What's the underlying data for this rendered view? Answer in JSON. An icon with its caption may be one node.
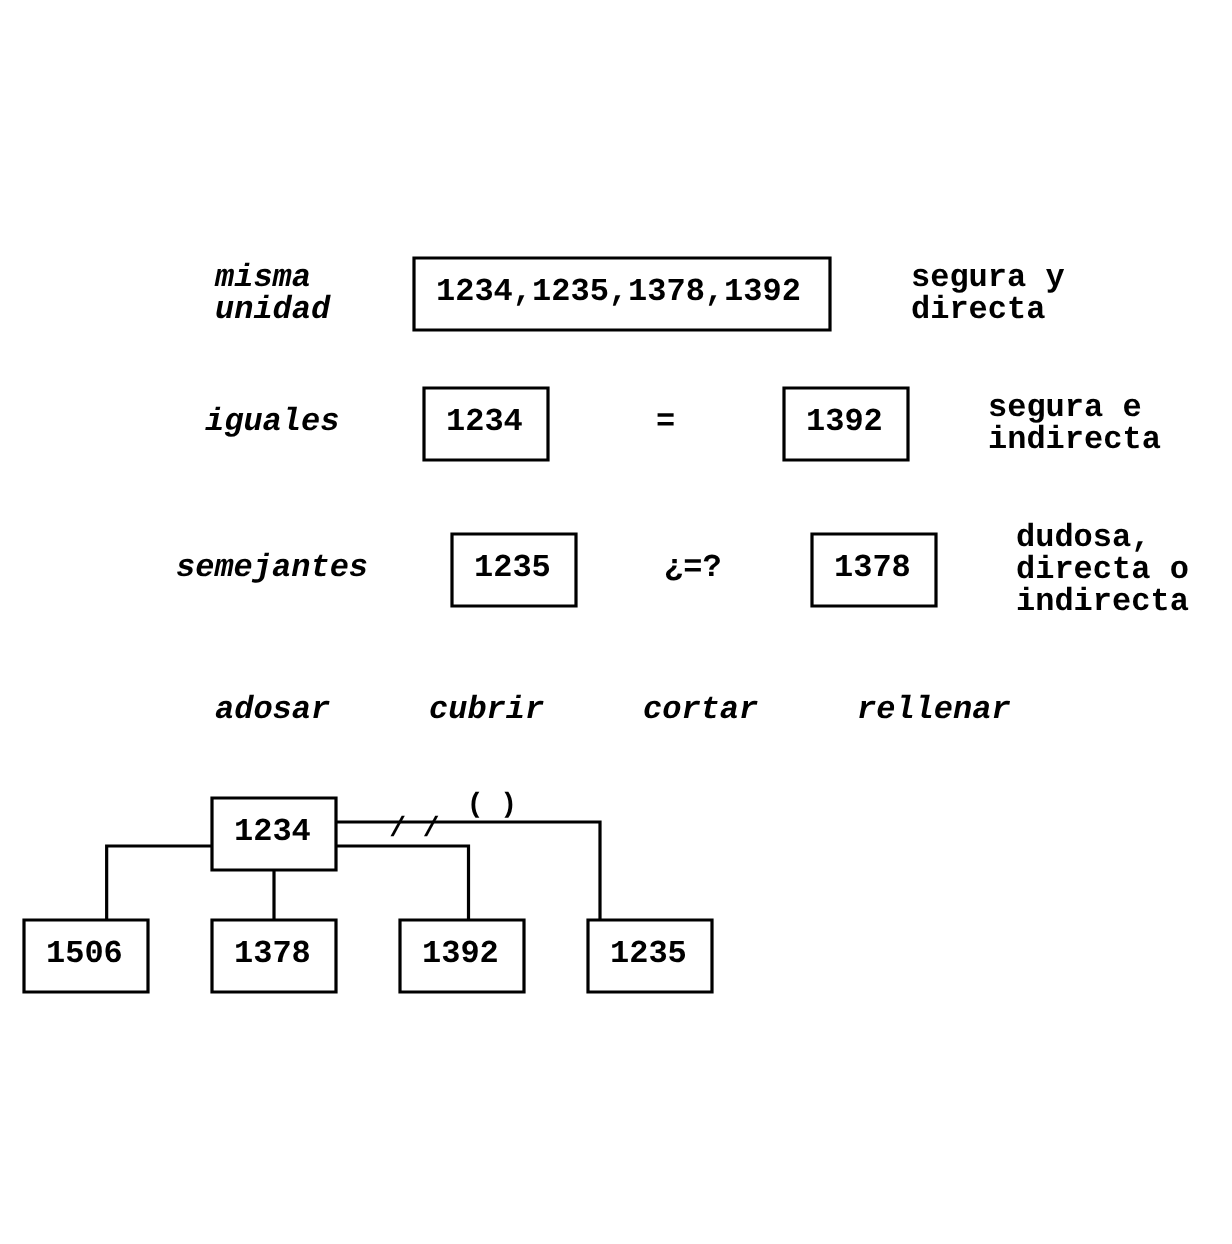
{
  "diagram": {
    "nodes": [
      {
        "text": [
          "1234,1235,1378,1392"
        ]
      },
      {
        "text": [
          "1234"
        ]
      },
      {
        "text": [
          "1392"
        ]
      },
      {
        "text": [
          "1235"
        ]
      },
      {
        "text": [
          "1378"
        ]
      },
      {
        "text": [
          "1234"
        ]
      },
      {
        "text": [
          "1506"
        ]
      },
      {
        "text": [
          "1378"
        ]
      },
      {
        "text": [
          "1392"
        ]
      },
      {
        "text": [
          "1235"
        ]
      }
    ],
    "edges": [
      {
        "from": 5,
        "to": 6,
        "arrow": "none"
      },
      {
        "from": 5,
        "to": 7,
        "arrow": "none"
      },
      {
        "from": 5,
        "to": 8,
        "arrow": "none",
        "label": "/ /"
      },
      {
        "from": 5,
        "to": 9,
        "arrow": "none",
        "label": "( )"
      }
    ],
    "labels": [
      "misma unidad",
      "segura y directa",
      "iguales",
      "=",
      "segura e indirecta",
      "semejantes",
      "¿=?",
      "dudosa, directa o indirecta",
      "adosar",
      "cubrir",
      "cortar",
      "rellenar"
    ]
  }
}
